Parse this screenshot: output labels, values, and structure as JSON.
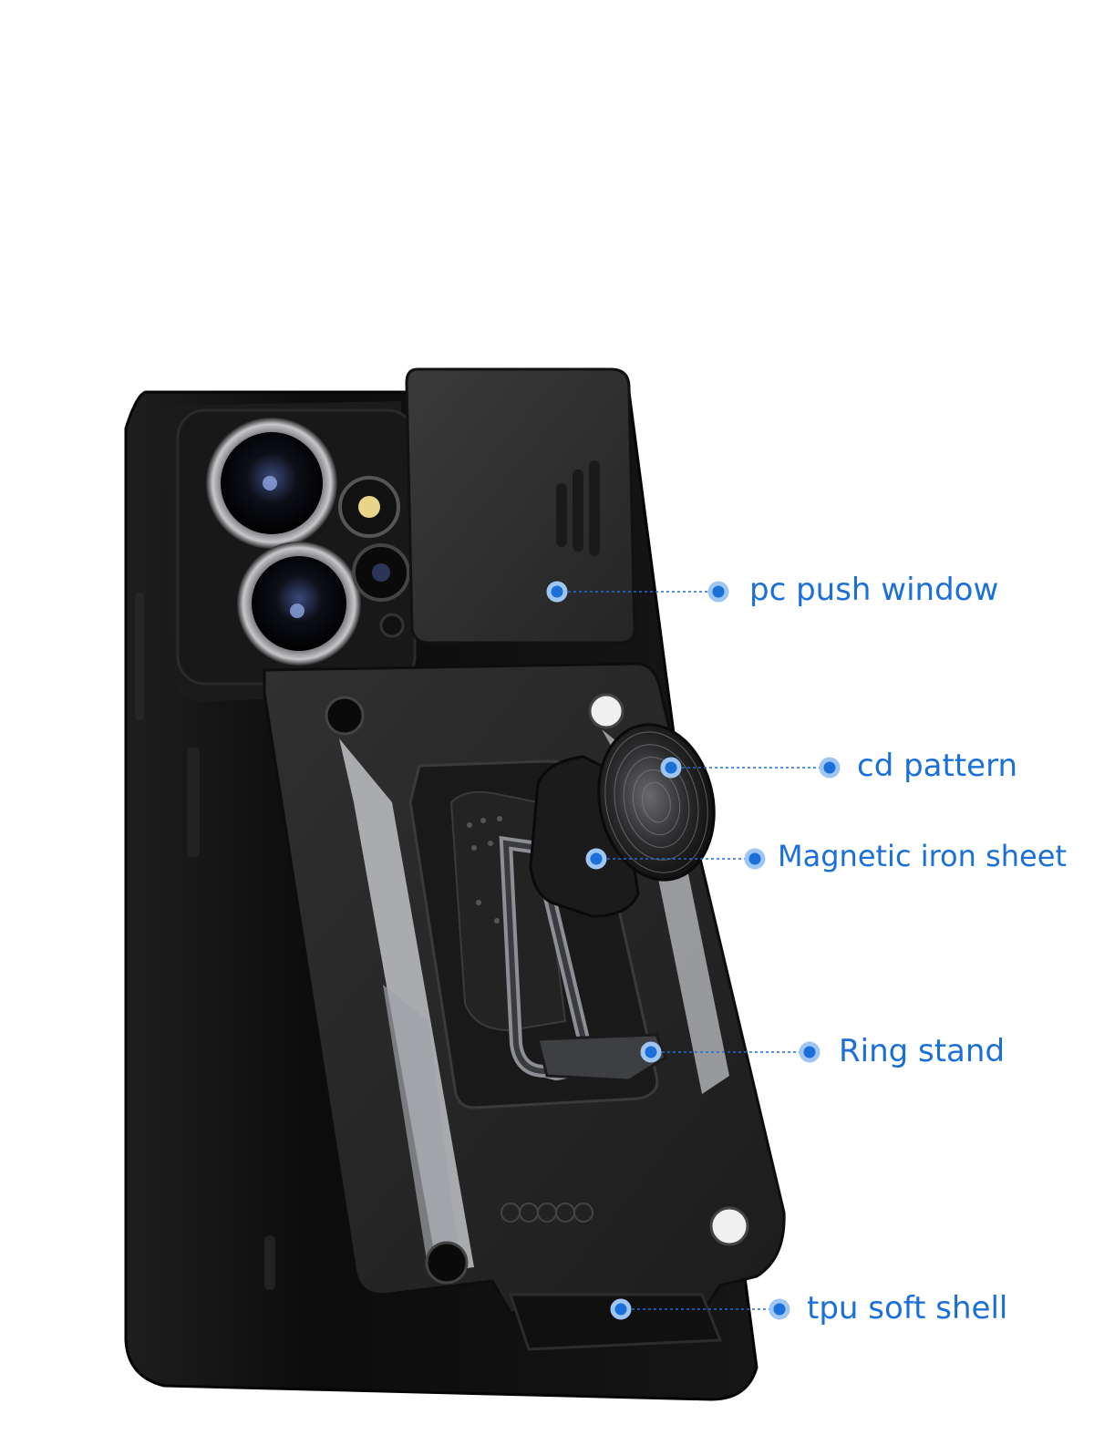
{
  "colors": {
    "accent": "#1a6fd8",
    "case": "#141414",
    "armor": "#2a2a2a",
    "silver": "#bfc2c6",
    "background": "#ffffff"
  },
  "callouts": [
    {
      "id": "pc-push-window",
      "label": "pc push window"
    },
    {
      "id": "cd-pattern",
      "label": "cd pattern"
    },
    {
      "id": "magnetic-iron-sheet",
      "label": "Magnetic iron sheet"
    },
    {
      "id": "ring-stand",
      "label": "Ring stand"
    },
    {
      "id": "tpu-soft-shell",
      "label": "tpu soft shell"
    }
  ]
}
